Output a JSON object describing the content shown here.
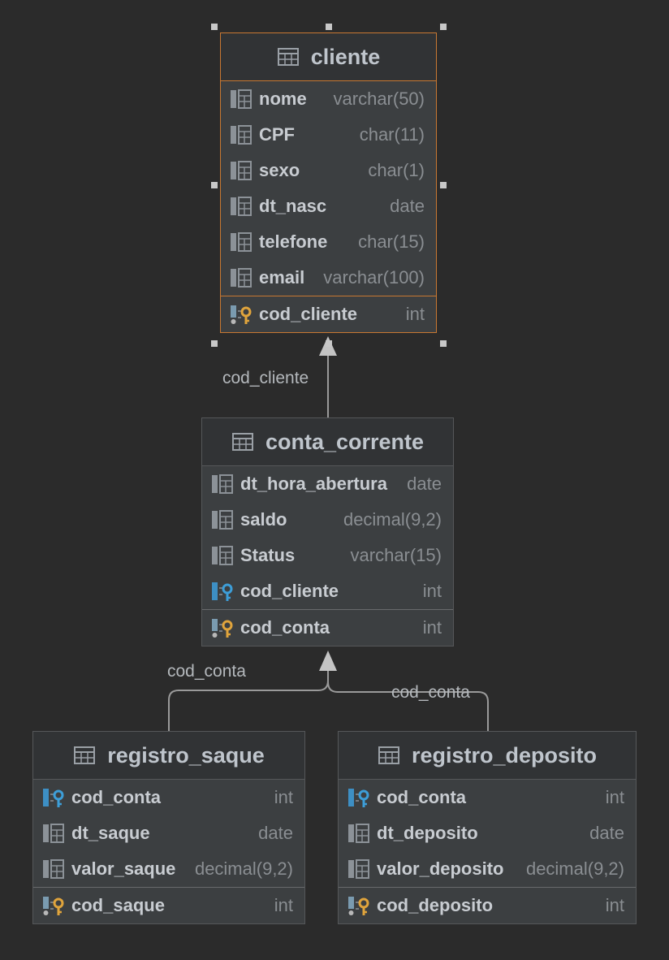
{
  "tables": {
    "cliente": {
      "title": "cliente",
      "columns": [
        {
          "name": "nome",
          "type": "varchar(50)",
          "kind": "column"
        },
        {
          "name": "CPF",
          "type": "char(11)",
          "kind": "column"
        },
        {
          "name": "sexo",
          "type": "char(1)",
          "kind": "column"
        },
        {
          "name": "dt_nasc",
          "type": "date",
          "kind": "column"
        },
        {
          "name": "telefone",
          "type": "char(15)",
          "kind": "column"
        },
        {
          "name": "email",
          "type": "varchar(100)",
          "kind": "column"
        }
      ],
      "keys": [
        {
          "name": "cod_cliente",
          "type": "int",
          "kind": "primary-key"
        }
      ]
    },
    "conta_corrente": {
      "title": "conta_corrente",
      "columns": [
        {
          "name": "dt_hora_abertura",
          "type": "date",
          "kind": "column"
        },
        {
          "name": "saldo",
          "type": "decimal(9,2)",
          "kind": "column"
        },
        {
          "name": "Status",
          "type": "varchar(15)",
          "kind": "column"
        },
        {
          "name": "cod_cliente",
          "type": "int",
          "kind": "foreign-key"
        }
      ],
      "keys": [
        {
          "name": "cod_conta",
          "type": "int",
          "kind": "primary-key"
        }
      ]
    },
    "registro_saque": {
      "title": "registro_saque",
      "columns": [
        {
          "name": "cod_conta",
          "type": "int",
          "kind": "foreign-key"
        },
        {
          "name": "dt_saque",
          "type": "date",
          "kind": "column"
        },
        {
          "name": "valor_saque",
          "type": "decimal(9,2)",
          "kind": "column"
        }
      ],
      "keys": [
        {
          "name": "cod_saque",
          "type": "int",
          "kind": "primary-key"
        }
      ]
    },
    "registro_deposito": {
      "title": "registro_deposito",
      "columns": [
        {
          "name": "cod_conta",
          "type": "int",
          "kind": "foreign-key"
        },
        {
          "name": "dt_deposito",
          "type": "date",
          "kind": "column"
        },
        {
          "name": "valor_deposito",
          "type": "decimal(9,2)",
          "kind": "column"
        }
      ],
      "keys": [
        {
          "name": "cod_deposito",
          "type": "int",
          "kind": "primary-key"
        }
      ]
    }
  },
  "relations": {
    "conta_to_cliente": "cod_cliente",
    "saque_to_conta": "cod_conta",
    "deposito_to_conta": "cod_conta"
  },
  "colors": {
    "background": "#2b2b2b",
    "table_body": "#3c3f41",
    "table_header": "#313335",
    "selection": "#c87832",
    "primary_key_icon": "#e0a43c",
    "foreign_key_icon": "#3d9ed8",
    "column_icon": "#9aa0a6"
  }
}
